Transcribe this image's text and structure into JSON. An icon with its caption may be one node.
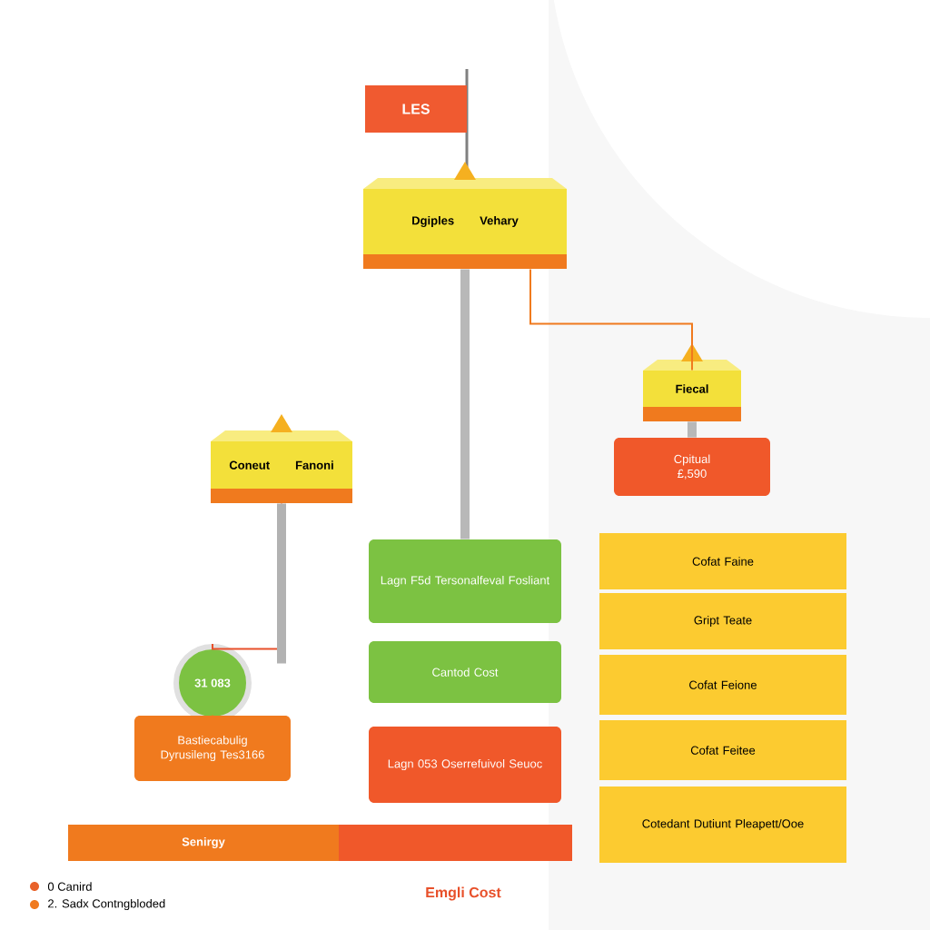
{
  "diagram": {
    "nodes": [
      {
        "text": [
          "LES"
        ]
      },
      {
        "text": [
          "Dgiples",
          "Vehary"
        ]
      },
      {
        "text": [
          "Coneut",
          "Fanoni"
        ]
      },
      {
        "text": [
          "Fiecal"
        ]
      },
      {
        "text": [
          "Cpitual",
          "£,590"
        ]
      },
      {
        "text": [
          "31 083"
        ]
      },
      {
        "text": [
          "Bastiecabulig Dyrusileng Tes3166"
        ]
      },
      {
        "text": [
          "Lagn F5d Tersonalfeval Fosliant"
        ]
      },
      {
        "text": [
          "Cantod Cost"
        ]
      },
      {
        "text": [
          "Lagn 053 Oserrefuivol Seuoc"
        ]
      },
      {
        "text": [
          "Cofat Faine"
        ]
      },
      {
        "text": [
          "Gript Teate"
        ]
      },
      {
        "text": [
          "Cofat Feione"
        ]
      },
      {
        "text": [
          "Cofat Feitee"
        ]
      },
      {
        "text": [
          "Cotedant Dutiunt Pleapett/Ooe"
        ]
      },
      {
        "text": [
          "Senirgy"
        ]
      }
    ],
    "edges": [
      {
        "from": 1,
        "to": 7,
        "arrow": "none",
        "style": "thick",
        "color": "#b8b8b8"
      },
      {
        "from": 1,
        "to": 3,
        "arrow": "none",
        "color": "#f07a1e"
      },
      {
        "from": 3,
        "to": 4,
        "arrow": "none",
        "style": "thick",
        "color": "#b8b8b8"
      },
      {
        "from": 2,
        "to": 5,
        "arrow": "none",
        "color": "#e8502a"
      },
      {
        "from": 5,
        "to": 6,
        "arrow": "none",
        "color": "#f07a1e"
      }
    ],
    "labels": [
      "Emgli Cost"
    ],
    "legend": [
      {
        "text": "0 Canird",
        "color": "#e8622a"
      },
      {
        "text": "2. Sadx Contngbloded",
        "color": "#f07a1e"
      }
    ]
  }
}
